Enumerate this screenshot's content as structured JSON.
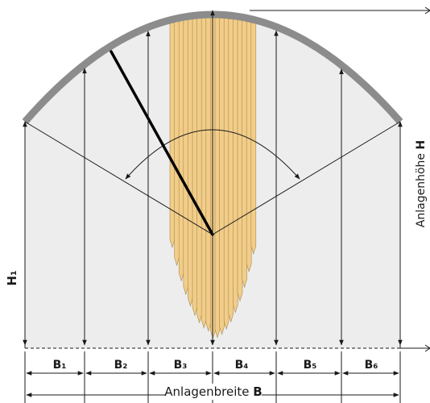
{
  "labels": {
    "h1": "H₁",
    "height_prefix": "Anlagenhöhe ",
    "height_symbol": "H",
    "width_prefix": "Anlagenbreite ",
    "width_symbol": "B",
    "segments": [
      "B₁",
      "B₂",
      "B₃",
      "B₄",
      "B₅",
      "B₆"
    ]
  },
  "colors": {
    "arch_band": "#8c8c8c",
    "fill": "#ededee",
    "slats": "#f2cd8a",
    "slat_edge": "#a98a4c",
    "line": "#1a1a1a"
  }
}
